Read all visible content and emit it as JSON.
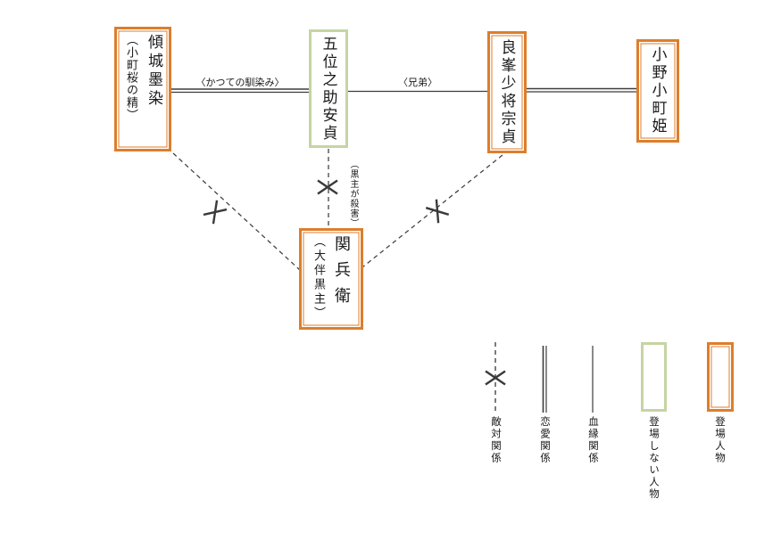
{
  "diagram": {
    "characters": {
      "sumizome": {
        "name": "傾城墨染",
        "subname": "（小町桜の精）"
      },
      "yasusada": {
        "name": "五位之助安貞"
      },
      "munesada": {
        "name": "良峯少将宗貞"
      },
      "komachi": {
        "name": "小野小町姫"
      },
      "sekibei": {
        "name": "関兵衛",
        "subname": "（大伴黒主）"
      }
    },
    "labels": {
      "former_intimacy": "〈かつての馴染み〉",
      "brothers": "〈兄弟〉",
      "killed_by_kuronushi": "（黒主が殺害）"
    }
  },
  "legend": {
    "hostility": "敵対関係",
    "romance": "恋愛関係",
    "blood": "血縁関係",
    "non_appearing": "登場しない人物",
    "appearing": "登場人物"
  },
  "colors": {
    "appearing_border": "#DD7E2C",
    "non_appearing_border": "#C5D5A3",
    "line": "#3C3C3C"
  }
}
